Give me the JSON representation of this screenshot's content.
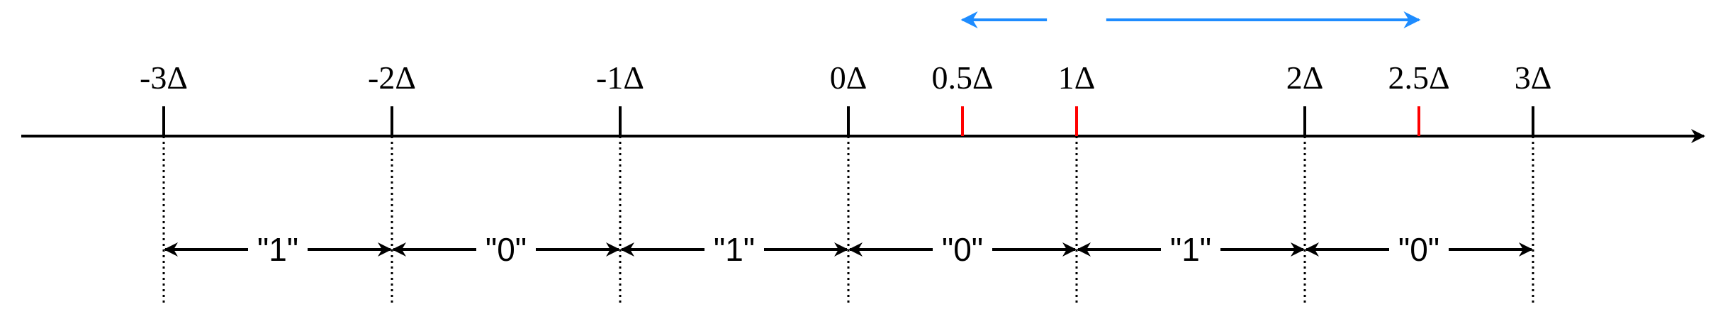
{
  "colors": {
    "axis": "#000000",
    "red_tick": "#ff0000",
    "blue_arrow": "#1e8cff"
  },
  "ticks": [
    {
      "value": -3,
      "label": "-3Δ"
    },
    {
      "value": -2,
      "label": "-2Δ"
    },
    {
      "value": -1,
      "label": "-1Δ"
    },
    {
      "value": 0,
      "label": "0Δ"
    },
    {
      "value": 1,
      "label": "1Δ"
    },
    {
      "value": 2,
      "label": "2Δ"
    },
    {
      "value": 3,
      "label": "3Δ"
    }
  ],
  "red_ticks": [
    {
      "value": 0.5,
      "label": "0.5Δ"
    },
    {
      "value": 1,
      "label": ""
    },
    {
      "value": 2.5,
      "label": "2.5Δ"
    }
  ],
  "regions": [
    {
      "from": -3,
      "to": -2,
      "label": "\"1\""
    },
    {
      "from": -2,
      "to": -1,
      "label": "\"0\""
    },
    {
      "from": -1,
      "to": 0,
      "label": "\"1\""
    },
    {
      "from": 0,
      "to": 1,
      "label": "\"0\""
    },
    {
      "from": 1,
      "to": 2,
      "label": "\"1\""
    },
    {
      "from": 2,
      "to": 3,
      "label": "\"0\""
    }
  ],
  "blue_arrows": [
    {
      "from": 0.87,
      "to": 0.5
    },
    {
      "from": 1.13,
      "to": 2.5
    }
  ]
}
